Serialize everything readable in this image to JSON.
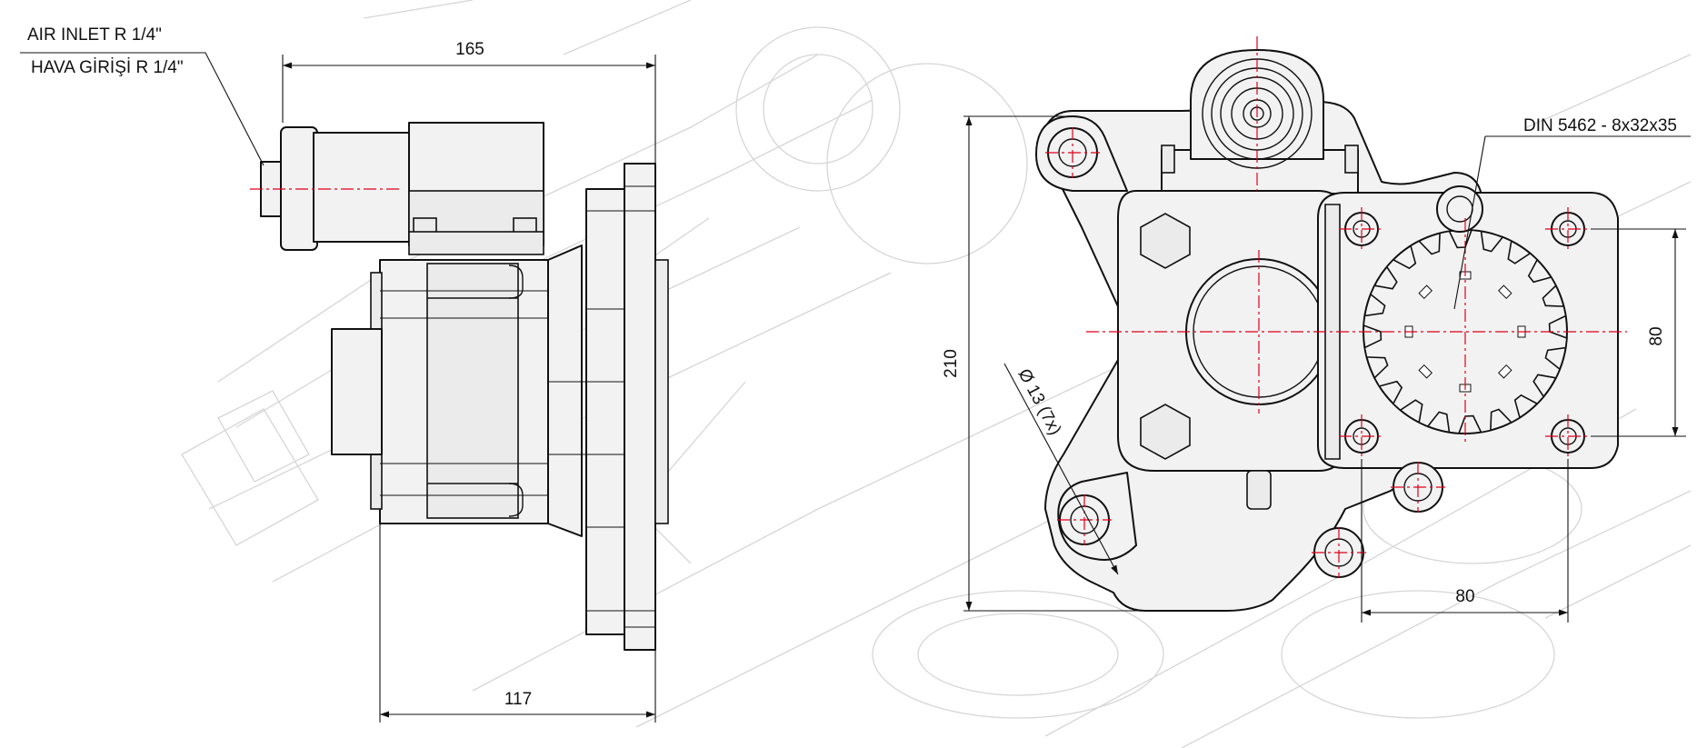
{
  "side_view": {
    "air_inlet_label_en": "AIR INLET R 1/4\"",
    "air_inlet_label_tr": "HAVA  GİRİŞİ R 1/4\"",
    "dim_overall_length": "165",
    "dim_body_length": "117"
  },
  "front_view": {
    "shaft_spec": "DIN 5462 - 8x32x35",
    "dim_height": "210",
    "dim_bolt_spacing_vertical": "80",
    "dim_bolt_spacing_horizontal": "80",
    "hole_spec": "Ø 13 (7x)"
  },
  "colors": {
    "outline": "#111111",
    "centerline": "#e0001b",
    "background_ghost": "#d6d6d6",
    "part_fill": "#f2f2f2"
  }
}
